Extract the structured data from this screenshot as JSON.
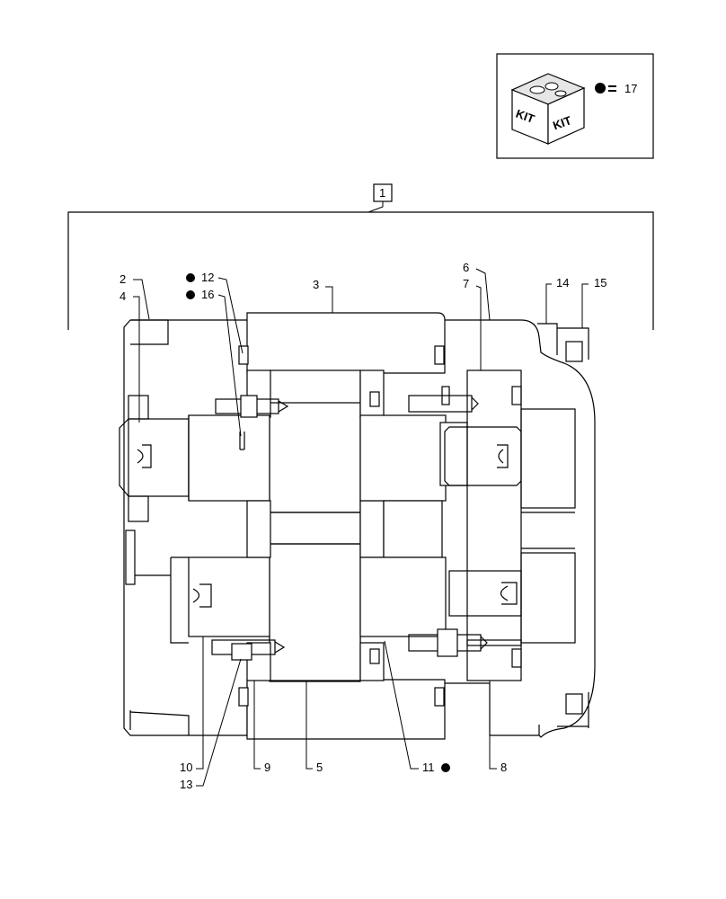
{
  "kit": {
    "box_text_left": "KIT",
    "box_text_right": "KIT",
    "legend_value": "17",
    "icon": "kit-box-icon",
    "dot_icon": "filled-circle"
  },
  "assembly_ref": "1",
  "callouts": {
    "c2": "2",
    "c4": "4",
    "c12": "12",
    "c16": "16",
    "c3": "3",
    "c6": "6",
    "c7": "7",
    "c14": "14",
    "c15": "15",
    "c10": "10",
    "c13": "13",
    "c9": "9",
    "c5": "5",
    "c11": "11",
    "c8": "8"
  }
}
